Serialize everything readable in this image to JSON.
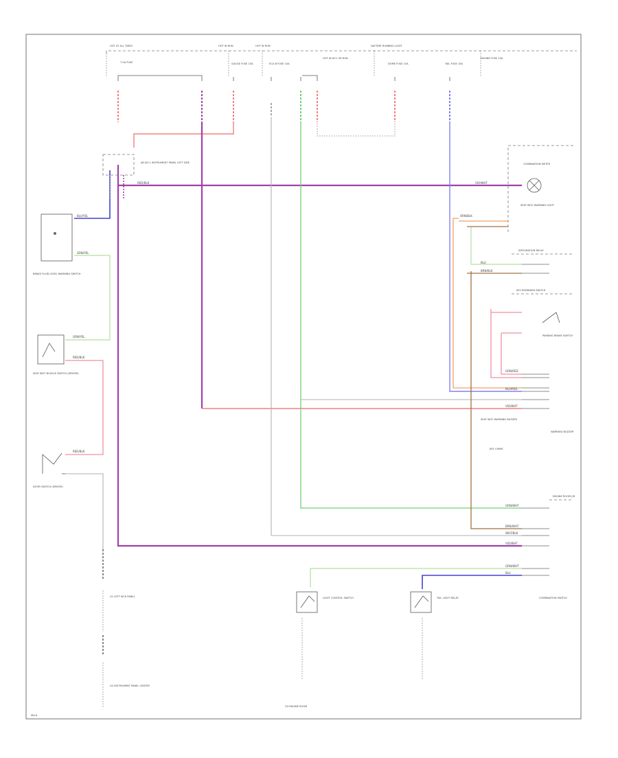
{
  "diagram": {
    "fuse_blocks": {
      "hot_at_all_times_left": "HOT AT ALL TIMES",
      "hot_in_run_left": "HOT IN RUN",
      "hot_in_run_right": "HOT IN RUN",
      "hot_in_acc_run": "HOT IN ACC OR RUN",
      "daytime_run_light": "DAYTIME RUNNING LIGHT",
      "fuse_20a": "7.5A FUSE",
      "fuse_gauge": "GAUGE FUSE 10A",
      "fuse_ecu": "ECU-B FUSE 10A",
      "fuse_dome": "DOME FUSE 10A",
      "fuse_tail": "TAIL FUSE 15A",
      "fuse_engine": "ENGINE FUSE 15A"
    },
    "components": {
      "junction_block": "J/B NO.1 INSTRUMENT PANEL LEFT SIDE",
      "brake_warn": "BRAKE FLUID LEVEL WARNING SWITCH",
      "seat_belt_buckle": "SEAT BELT BUCKLE SWITCH (DRIVER)",
      "door_switch": "DOOR SWITCH (DRIVER)",
      "combination_meter": "COMBINATION METER",
      "parking_brake_sw": "PARKING BRAKE SWITCH",
      "seat_belt_warn": "SEAT BELT WARNING LIGHT",
      "integration_relay": "INTEGRATION RELAY",
      "key_reminder": "KEY REMINDER SWITCH",
      "engine_room_jb": "ENGINE ROOM J/B",
      "light_control_sw": "LIGHT CONTROL SWITCH",
      "tail_light_relay": "TAIL LIGHT RELAY",
      "ground_left": "G1 LEFT KICK PANEL",
      "ground_center": "G2 INSTRUMENT PANEL CENTER",
      "ground_right": "G3 ENGINE ROOM",
      "signal_sw": "SEAT BELT WARNING BUZZER",
      "chime": "KEY CHIME",
      "combination_sw": "COMBINATION SWITCH",
      "warning_buzzer": "WARNING BUZZER"
    },
    "wire_codes": {
      "w1": "RED/BLK",
      "w2": "VIO/WHT",
      "w3": "BLU/YEL",
      "w4": "GRN/YEL",
      "w5": "GRN/YEL",
      "w6": "RED/BLK",
      "w7": "RED/BLK",
      "w8": "VIO/WHT",
      "w9": "GRN/WHT",
      "w10": "ORN/BLK",
      "w11": "BRN/BLK",
      "w12": "WHT/BLK",
      "w13": "BLU",
      "w14": "GRN/RED",
      "w15": "BLU/RED",
      "w16": "BRN/WHT",
      "w17": "VIO/WHT",
      "w18": "GRN/WHT",
      "w19": "BLU"
    },
    "corner_ref": "MA-6"
  }
}
